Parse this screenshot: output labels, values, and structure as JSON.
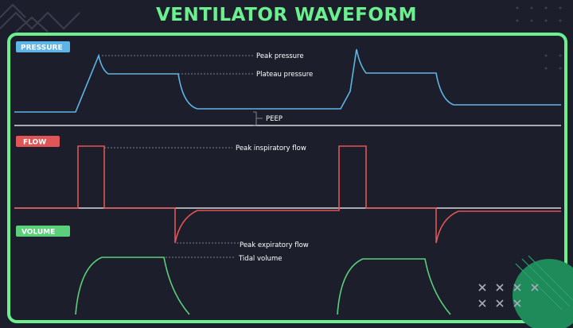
{
  "title": "VENTILATOR WAVEFORM",
  "colors": {
    "background": "#1c1f2b",
    "frame": "#6cf08f",
    "pressure": "#5fb4e6",
    "flow": "#e05555",
    "volume": "#5ccf7a",
    "baseline": "#d9d9de"
  },
  "panels": {
    "pressure": {
      "label": "PRESSURE",
      "annotations": {
        "peak": "Peak pressure",
        "plateau": "Plateau pressure",
        "peep": "PEEP"
      }
    },
    "flow": {
      "label": "FLOW",
      "annotations": {
        "peak_inspiratory": "Peak inspiratory flow",
        "peak_expiratory": "Peak expiratory flow"
      }
    },
    "volume": {
      "label": "VOLUME",
      "annotations": {
        "tidal": "Tidal volume"
      }
    }
  }
}
